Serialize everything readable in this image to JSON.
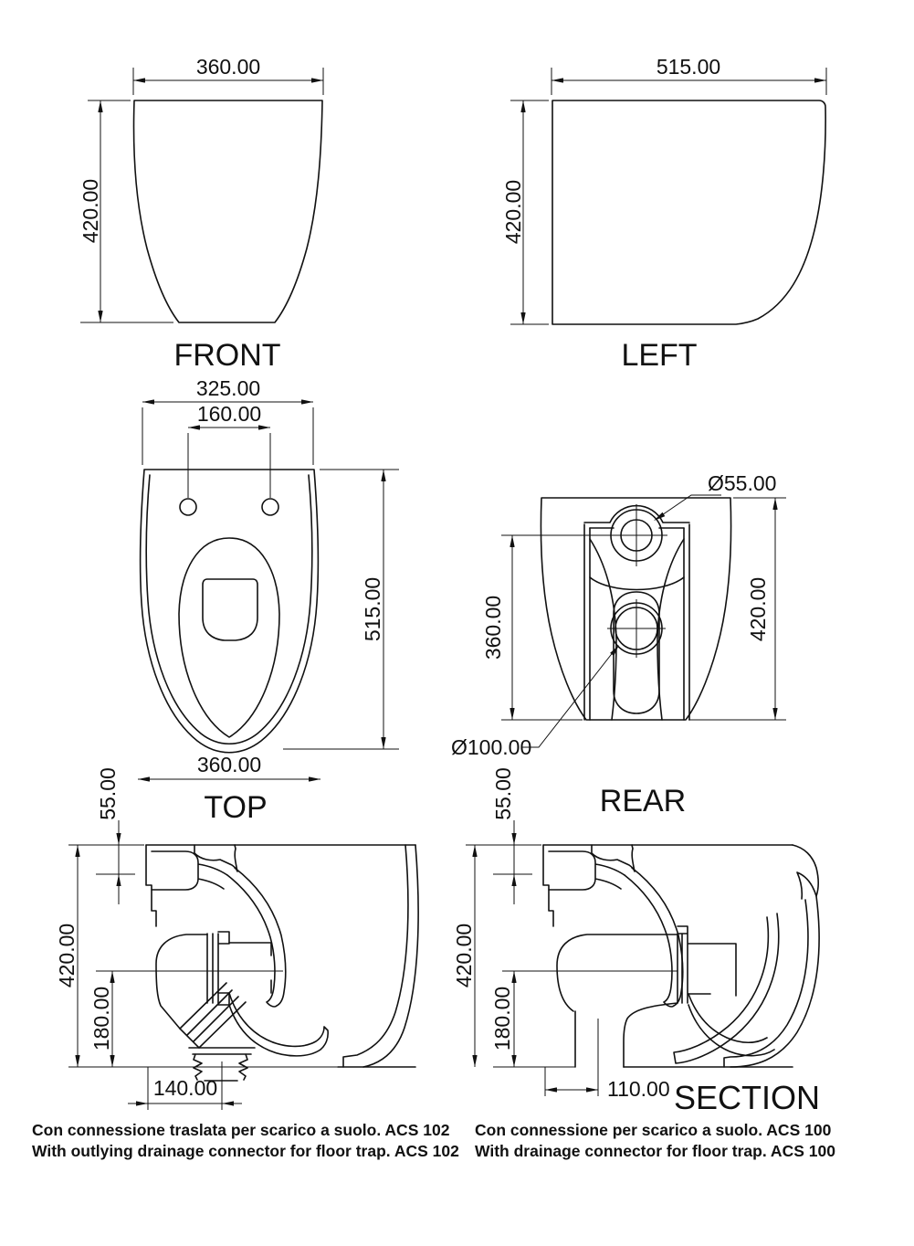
{
  "page": {
    "background": "#ffffff",
    "line_color": "#111111"
  },
  "views": {
    "front": {
      "label": "FRONT",
      "dim_width": "360.00",
      "dim_height": "420.00"
    },
    "left": {
      "label": "LEFT",
      "dim_depth": "515.00",
      "dim_height": "420.00"
    },
    "top": {
      "label": "TOP",
      "dim_rear_width": "325.00",
      "dim_hole_spacing": "160.00",
      "dim_length": "515.00",
      "dim_width": "360.00"
    },
    "rear": {
      "label": "REAR",
      "dim_inlet_diameter": "Ø55.00",
      "dim_outlet_diameter": "Ø100.00",
      "dim_inlet_height": "360.00",
      "dim_height": "420.00"
    },
    "section_offset_outlet": {
      "dim_rim": "55.00",
      "dim_height": "420.00",
      "dim_trap_height": "180.00",
      "dim_outlet_offset": "140.00",
      "caption_it": "Con connessione traslata per scarico a suolo. ACS 102",
      "caption_en": "With outlying drainage connector for floor trap. ACS 102"
    },
    "section_floor_outlet": {
      "label": "SECTION",
      "dim_rim": "55.00",
      "dim_height": "420.00",
      "dim_trap_height": "180.00",
      "dim_outlet_offset": "110.00",
      "caption_it": "Con connessione per scarico a suolo. ACS 100",
      "caption_en": "With drainage connector for floor trap. ACS 100"
    }
  }
}
